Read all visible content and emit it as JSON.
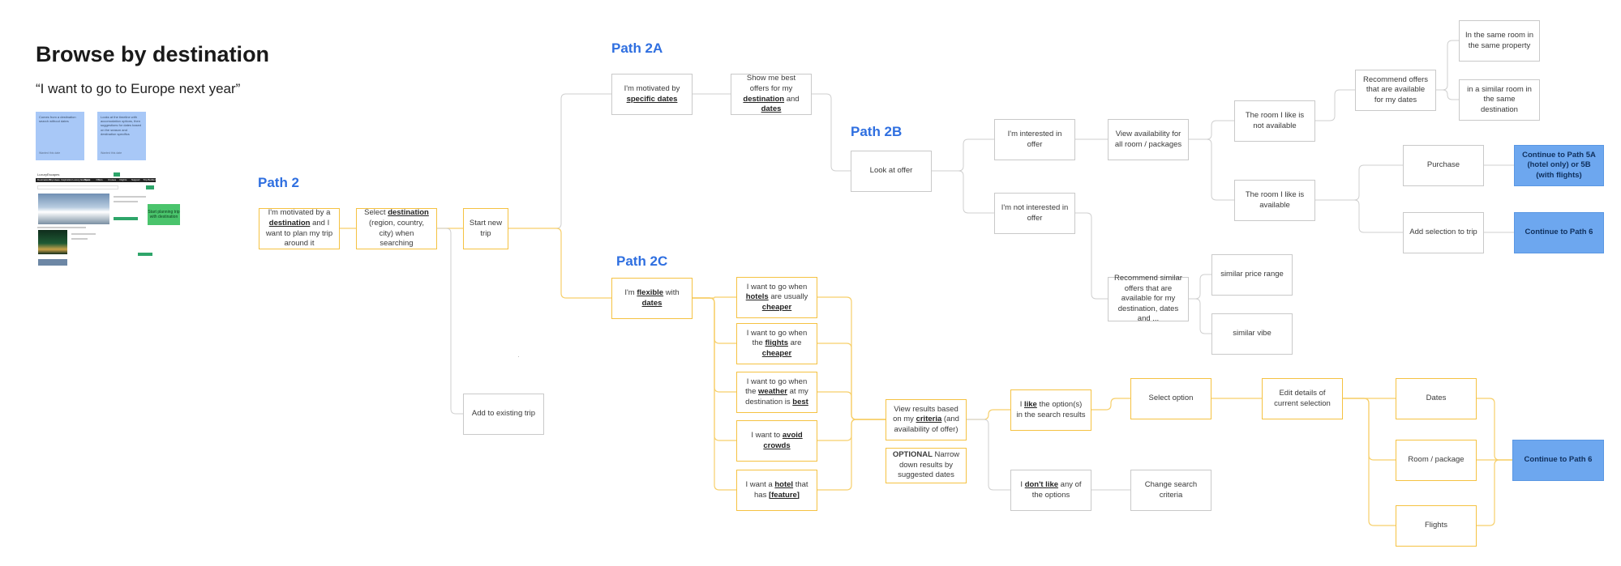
{
  "header": {
    "title": "Browse by destination",
    "subtitle": "“I want to go to Europe next year”"
  },
  "stickies": [
    {
      "text": "Comes from a destination search without dates",
      "footer": "Wanted this date"
    },
    {
      "text": "Looks at the timeline with accomodation options, then suggestions for dates based on the season and destination specifics",
      "footer": "Wanted this date"
    }
  ],
  "thumbnail": {
    "logo": "LuxuryEscapes",
    "nav": [
      "Destinations",
      "Trip Ideas",
      "Inspiration",
      "Luxury Escapes",
      "Tours",
      "Offers",
      "Cruises",
      "Flights",
      "Support",
      "Trip Builder"
    ],
    "note": "Start planning trip with destination"
  },
  "labels": {
    "path2": "Path 2",
    "path2a": "Path 2A",
    "path2b": "Path 2B",
    "path2c": "Path 2C"
  },
  "nodes": {
    "p2_motivated": {
      "before": "I'm motivated by a ",
      "em": "destination",
      "after": " and I want to plan my trip around it"
    },
    "p2_select": {
      "before": "Select ",
      "em": "destination",
      "after": " (region, country, city) when searching"
    },
    "p2_start": {
      "text": "Start new trip"
    },
    "p2_existing": {
      "text": "Add to existing trip"
    },
    "a_specific": {
      "before": "I'm motivated by ",
      "em": "specific dates",
      "after": ""
    },
    "a_offers": {
      "before": "Show me best offers for my ",
      "em": "destination",
      "mid": " and ",
      "em2": "dates"
    },
    "b_look": {
      "text": "Look at offer"
    },
    "b_interested": {
      "text": "I'm interested in offer"
    },
    "b_not_interested": {
      "text": "I'm not interested in offer"
    },
    "b_view_avail": {
      "text": "View availability for all room / packages"
    },
    "b_recommend_similar": {
      "text": "Recommend similar offers that are available for my destination, dates and ..."
    },
    "b_similar_price": {
      "text": "similar price range"
    },
    "b_similar_vibe": {
      "text": "similar vibe"
    },
    "b_not_available": {
      "text": "The room I like is not available"
    },
    "b_available": {
      "text": "The room I like is available"
    },
    "b_recommend_offers": {
      "text": "Recommend offers that are available for my dates"
    },
    "b_same_room": {
      "text": "In the same room in the same property"
    },
    "b_similar_room": {
      "text": "in a similar room in the same destination"
    },
    "b_purchase": {
      "text": "Purchase"
    },
    "b_add_selection": {
      "text": "Add selection to trip"
    },
    "b_continue_5": {
      "text": "Continue to Path 5A (hotel only) or 5B (with flights)"
    },
    "b_continue_6": {
      "text": "Continue to Path 6"
    },
    "c_flexible": {
      "before": "I'm ",
      "em": "flexible",
      "mid": " with ",
      "em2": "dates"
    },
    "c_hotels": {
      "before": "I want to go when ",
      "em": "hotels",
      "mid": " are usually ",
      "em2": "cheaper"
    },
    "c_flights": {
      "before": "I want to go when the ",
      "em": "flights",
      "mid": " are ",
      "em2": "cheaper"
    },
    "c_weather": {
      "before": "I want to go when the ",
      "em": "weather",
      "mid": " at my destination is ",
      "em2": "best"
    },
    "c_crowds": {
      "before": "I want to ",
      "em": "avoid crowds",
      "after": ""
    },
    "c_feature": {
      "before": "I want a ",
      "em": "hotel",
      "mid": " that has ",
      "em2": "[feature]"
    },
    "c_view_results": {
      "before": "View results based on my ",
      "em": "criteria",
      "after": " (and availability of offer)"
    },
    "c_optional": {
      "opt": "OPTIONAL",
      "after": " Narrow down results by suggested dates"
    },
    "c_like": {
      "before": "I ",
      "em": "like",
      "after": " the option(s) in the search results"
    },
    "c_dont_like": {
      "before": "I ",
      "em": "don't like",
      "after": " any of the options"
    },
    "c_select_option": {
      "text": "Select option"
    },
    "c_change_criteria": {
      "text": "Change search criteria"
    },
    "c_edit_details": {
      "text": "Edit details of current selection"
    },
    "c_dates": {
      "text": "Dates"
    },
    "c_room": {
      "text": "Room / package"
    },
    "c_flights_node": {
      "text": "Flights"
    },
    "c_continue_6": {
      "text": "Continue to Path 6"
    }
  },
  "colors": {
    "accent_blue": "#2f6fe0",
    "yellow_border": "#f5c242",
    "blue_fill": "#6da7ef",
    "grey_border": "#c9c9c9",
    "connector_grey": "#cfcfcf",
    "connector_yellow": "#f7cf6a"
  }
}
